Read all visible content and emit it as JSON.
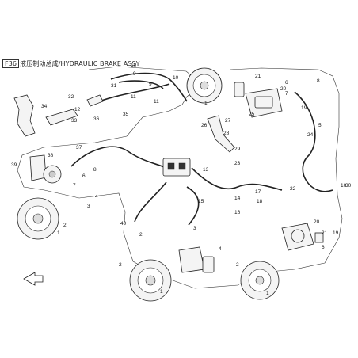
{
  "title": {
    "code": "F36",
    "text": "液压制动总成/HYDRAULIC BRAKE ASSY"
  },
  "callouts": [
    {
      "id": "c-10a",
      "label": "10"
    },
    {
      "id": "c-9a",
      "label": "9"
    },
    {
      "id": "c-31",
      "label": "31"
    },
    {
      "id": "c-10b",
      "label": "10"
    },
    {
      "id": "c-9b",
      "label": "9"
    },
    {
      "id": "c-11a",
      "label": "11"
    },
    {
      "id": "c-11b",
      "label": "11"
    },
    {
      "id": "c-1a",
      "label": "1"
    },
    {
      "id": "c-32",
      "label": "32"
    },
    {
      "id": "c-34",
      "label": "34"
    },
    {
      "id": "c-12",
      "label": "12"
    },
    {
      "id": "c-33",
      "label": "33"
    },
    {
      "id": "c-35",
      "label": "35"
    },
    {
      "id": "c-36",
      "label": "36"
    },
    {
      "id": "c-26",
      "label": "26"
    },
    {
      "id": "c-27",
      "label": "27"
    },
    {
      "id": "c-28",
      "label": "28"
    },
    {
      "id": "c-29",
      "label": "29"
    },
    {
      "id": "c-21a",
      "label": "21"
    },
    {
      "id": "c-20a",
      "label": "20"
    },
    {
      "id": "c-25",
      "label": "25"
    },
    {
      "id": "c-6a",
      "label": "6"
    },
    {
      "id": "c-7a",
      "label": "7"
    },
    {
      "id": "c-19a",
      "label": "19"
    },
    {
      "id": "c-8a",
      "label": "8"
    },
    {
      "id": "c-5a",
      "label": "5"
    },
    {
      "id": "c-24",
      "label": "24"
    },
    {
      "id": "c-30",
      "label": "30"
    },
    {
      "id": "c-39",
      "label": "39"
    },
    {
      "id": "c-38",
      "label": "38"
    },
    {
      "id": "c-37",
      "label": "37"
    },
    {
      "id": "c-4a",
      "label": "4"
    },
    {
      "id": "c-3a",
      "label": "3"
    },
    {
      "id": "c-8b",
      "label": "8"
    },
    {
      "id": "c-6b",
      "label": "6"
    },
    {
      "id": "c-7b",
      "label": "7"
    },
    {
      "id": "c-13",
      "label": "13"
    },
    {
      "id": "c-23",
      "label": "23"
    },
    {
      "id": "c-14",
      "label": "14"
    },
    {
      "id": "c-15",
      "label": "15"
    },
    {
      "id": "c-16",
      "label": "16"
    },
    {
      "id": "c-17",
      "label": "17"
    },
    {
      "id": "c-22",
      "label": "22"
    },
    {
      "id": "c-18",
      "label": "18"
    },
    {
      "id": "c-10c",
      "label": "10"
    },
    {
      "id": "c-2a",
      "label": "2"
    },
    {
      "id": "c-1b",
      "label": "1"
    },
    {
      "id": "c-40",
      "label": "40"
    },
    {
      "id": "c-2b",
      "label": "2"
    },
    {
      "id": "c-3b",
      "label": "3"
    },
    {
      "id": "c-4b",
      "label": "4"
    },
    {
      "id": "c-1c",
      "label": "1"
    },
    {
      "id": "c-2c",
      "label": "2"
    },
    {
      "id": "c-20b",
      "label": "20"
    },
    {
      "id": "c-21b",
      "label": "21"
    },
    {
      "id": "c-19b",
      "label": "19"
    },
    {
      "id": "c-6c",
      "label": "6"
    },
    {
      "id": "c-1d",
      "label": "1"
    },
    {
      "id": "c-2d",
      "label": "2"
    }
  ]
}
